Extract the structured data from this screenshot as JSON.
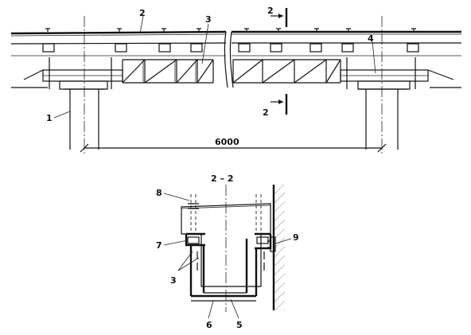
{
  "labels": {
    "column": "1",
    "slab": "2",
    "truss": "3",
    "beam": "4",
    "bottom_plate": "5",
    "channel": "6",
    "angle": "7",
    "bolt": "8",
    "wall_anchor": "9",
    "cut_mark": "2",
    "section_title": "2 – 2"
  },
  "dimension": "6000"
}
